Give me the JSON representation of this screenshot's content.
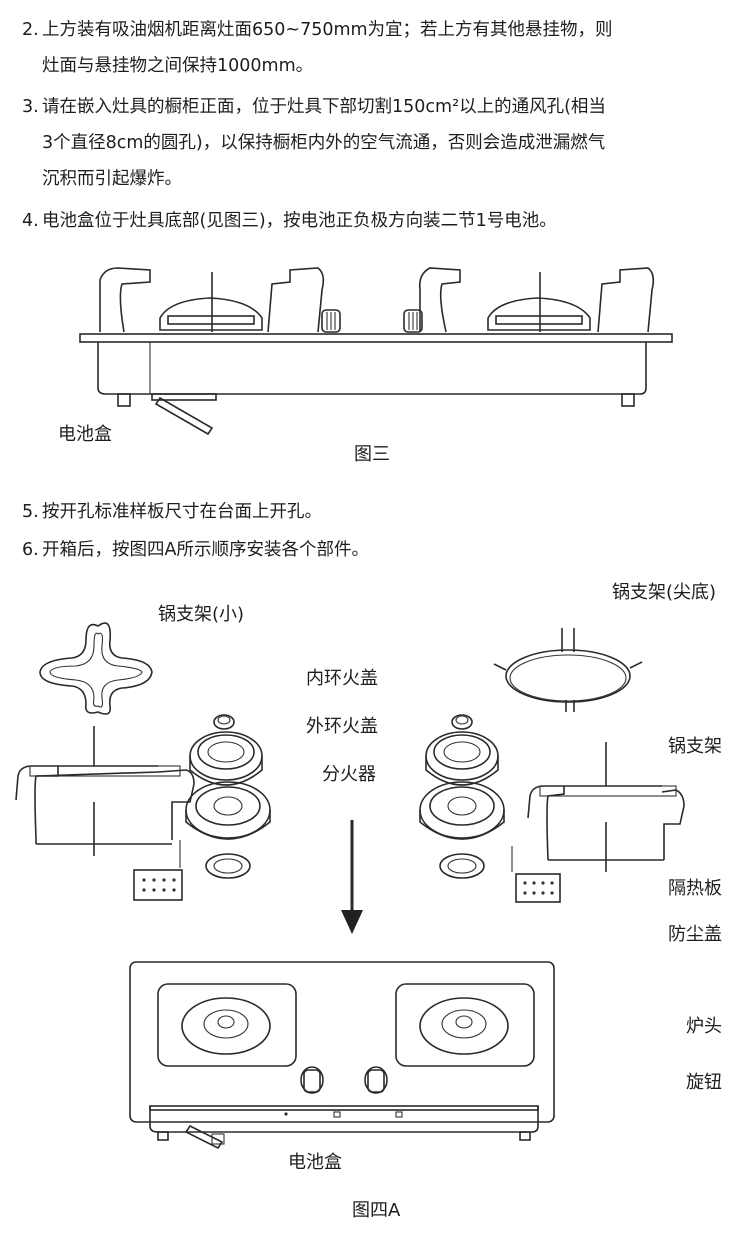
{
  "instructions": [
    {
      "num": "2.",
      "lines": [
        "上方装有吸油烟机距离灶面650~750mm为宜；若上方有其他悬挂物，则",
        "灶面与悬挂物之间保持1000mm。"
      ]
    },
    {
      "num": "3.",
      "lines": [
        "请在嵌入灶具的橱柜正面，位于灶具下部切割150cm²以上的通风孔(相当",
        "3个直径8cm的圆孔)，以保持橱柜内外的空气流通，否则会造成泄漏燃气",
        "沉积而引起爆炸。"
      ]
    },
    {
      "num": "4.",
      "lines": [
        "电池盒位于灶具底部(见图三)，按电池正负极方向装二节1号电池。"
      ]
    },
    {
      "num": "5.",
      "lines": [
        "按开孔标准样板尺寸在台面上开孔。"
      ]
    },
    {
      "num": "6.",
      "lines": [
        "开箱后，按图四A所示顺序安装各个部件。"
      ]
    }
  ],
  "figure3": {
    "caption": "图三",
    "battery_label": "电池盒"
  },
  "figure4a": {
    "caption": "图四A",
    "labels": {
      "pan_support_small": "锅支架(小)",
      "inner_cap": "内环火盖",
      "outer_cap": "外环火盖",
      "distributor": "分火器",
      "pan_support_pointed": "锅支架(尖底)",
      "pan_support": "锅支架",
      "heat_shield": "隔热板",
      "dust_cover": "防尘盖",
      "burner": "炉头",
      "knob": "旋钮",
      "battery_box": "电池盒"
    }
  }
}
